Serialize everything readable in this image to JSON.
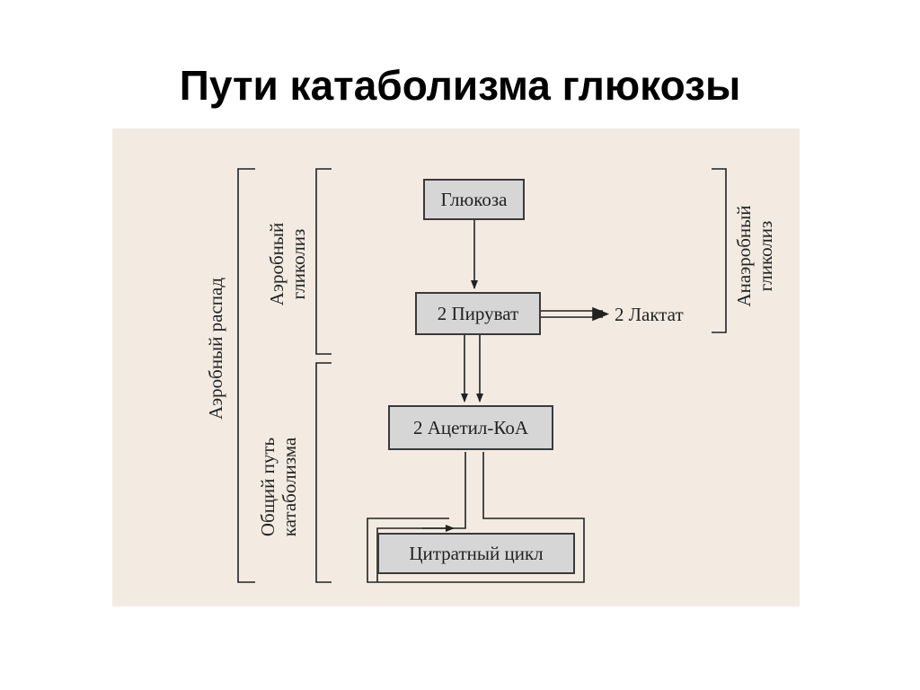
{
  "title": "Пути катаболизма глюкозы",
  "nodes": {
    "glucose": "Глюкоза",
    "pyruvate": "2 Пируват",
    "lactate": "2 Лактат",
    "acetyl_coa": "2 Ацетил-КоА",
    "citrate_cycle": "Цитратный цикл"
  },
  "brackets": {
    "aerobic_breakdown": "Аэробный распад",
    "aerobic_glycolysis": [
      "Аэробный",
      "гликолиз"
    ],
    "common_catabolism": [
      "Общий путь",
      "катаболизма"
    ],
    "anaerobic_glycolysis": [
      "Анаэробный",
      "гликолиз"
    ]
  }
}
